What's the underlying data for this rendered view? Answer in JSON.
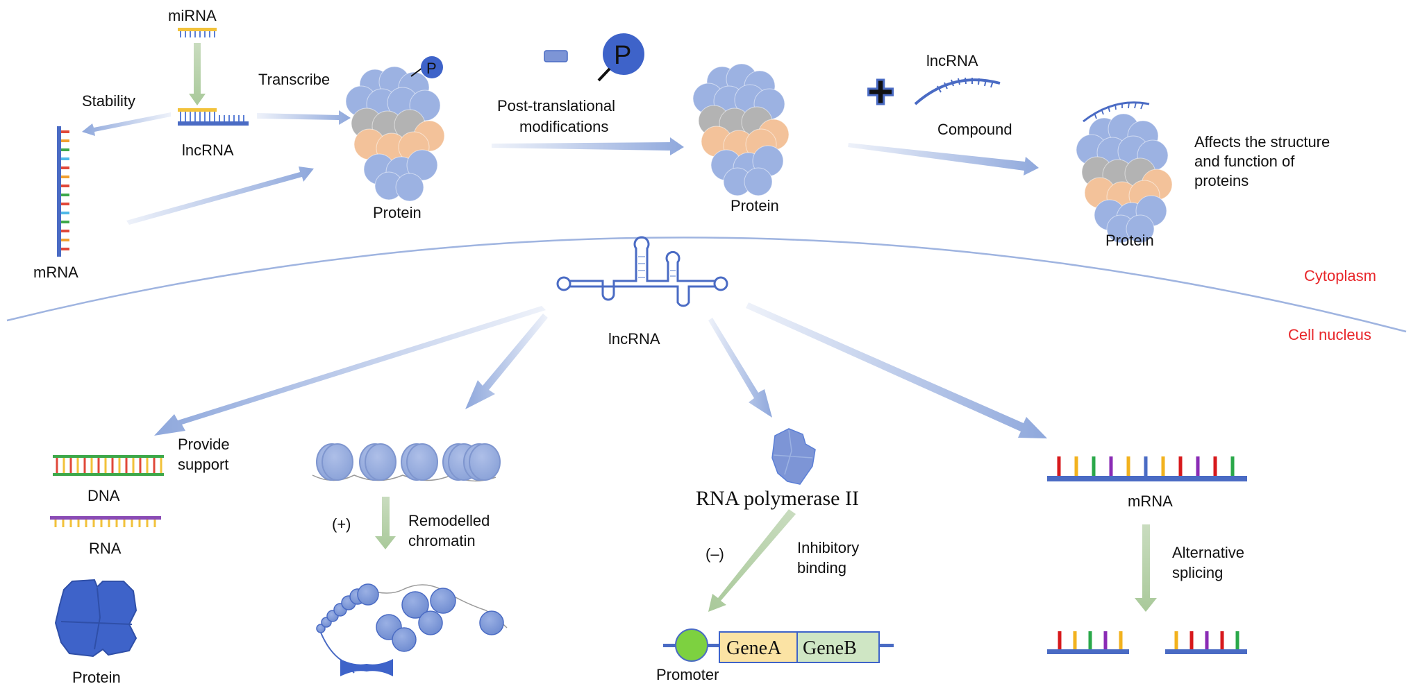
{
  "regions": {
    "cytoplasm": "Cytoplasm",
    "nucleus": "Cell nucleus"
  },
  "cytoplasm": {
    "mirna": "miRNA",
    "lncrna": "lncRNA",
    "stability": "Stability",
    "mrna": "mRNA",
    "transcribe": "Transcribe",
    "protein1": "Protein",
    "phospho_small": "P",
    "minus": "−",
    "phospho_big": "P",
    "ptm_line1": "Post-translational",
    "ptm_line2": "modifications",
    "protein2": "Protein",
    "lncrna_top": "lncRNA",
    "compound": "Compound",
    "affects_line1": "Affects the structure",
    "affects_line2": "and function of",
    "affects_line3": "proteins",
    "protein3": "Protein"
  },
  "center": {
    "lncrna": "lncRNA"
  },
  "nucleus": {
    "provide_line1": "Provide",
    "provide_line2": "support",
    "dna": "DNA",
    "rna": "RNA",
    "protein": "Protein",
    "plus": "(+)",
    "remodelled_line1": "Remodelled",
    "remodelled_line2": "chromatin",
    "polymerase": "RNA polymerase II",
    "minus": "(–)",
    "inhibitory_line1": "Inhibitory",
    "inhibitory_line2": "binding",
    "promoter": "Promoter",
    "gene_a": "GeneA",
    "gene_b": "GeneB",
    "mrna": "mRNA",
    "alt_line1": "Alternative",
    "alt_line2": "splicing"
  },
  "colors": {
    "blue_arrow": "#8fa8dc",
    "green_arrow": "#a9c99a",
    "protein_blue": "#9cb2e2",
    "protein_gray": "#b3b3b3",
    "protein_peach": "#f3c29a",
    "strand_blue": "#4a6bc4",
    "region_label": "#e8262a"
  }
}
